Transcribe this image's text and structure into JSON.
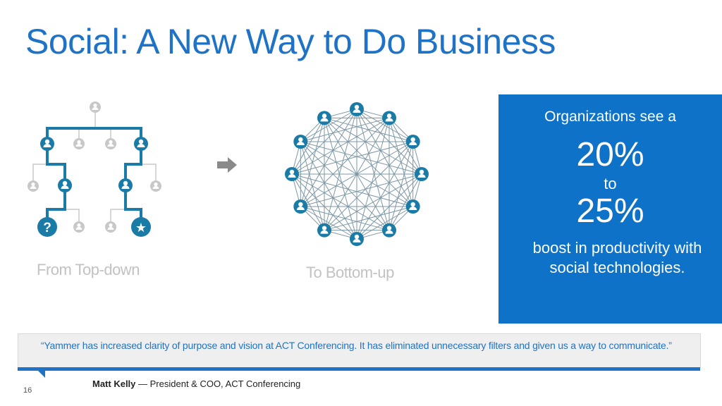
{
  "title": "Social: A New Way to Do Business",
  "left_caption": "From Top-down",
  "right_caption": "To Bottom-up",
  "stat": {
    "lead": "Organizations see a",
    "low": "20%",
    "to": "to",
    "high": "25%",
    "tail": "boost in productivity with social technologies."
  },
  "quote": {
    "text": "“Yammer has increased clarity of purpose and vision at ACT Conferencing. It has eliminated unnecessary filters and given us a way to communicate.”"
  },
  "attribution": {
    "name": "Matt Kelly",
    "role": " — President & COO, ACT Conferencing"
  },
  "page_number": "16",
  "colors": {
    "accent_blue": "#1f73c6",
    "tree_teal": "#1a7ba6",
    "gray_node": "#c8c8c8",
    "box_blue": "#0d72c8"
  },
  "icons": {
    "question": "?",
    "star": "★"
  }
}
